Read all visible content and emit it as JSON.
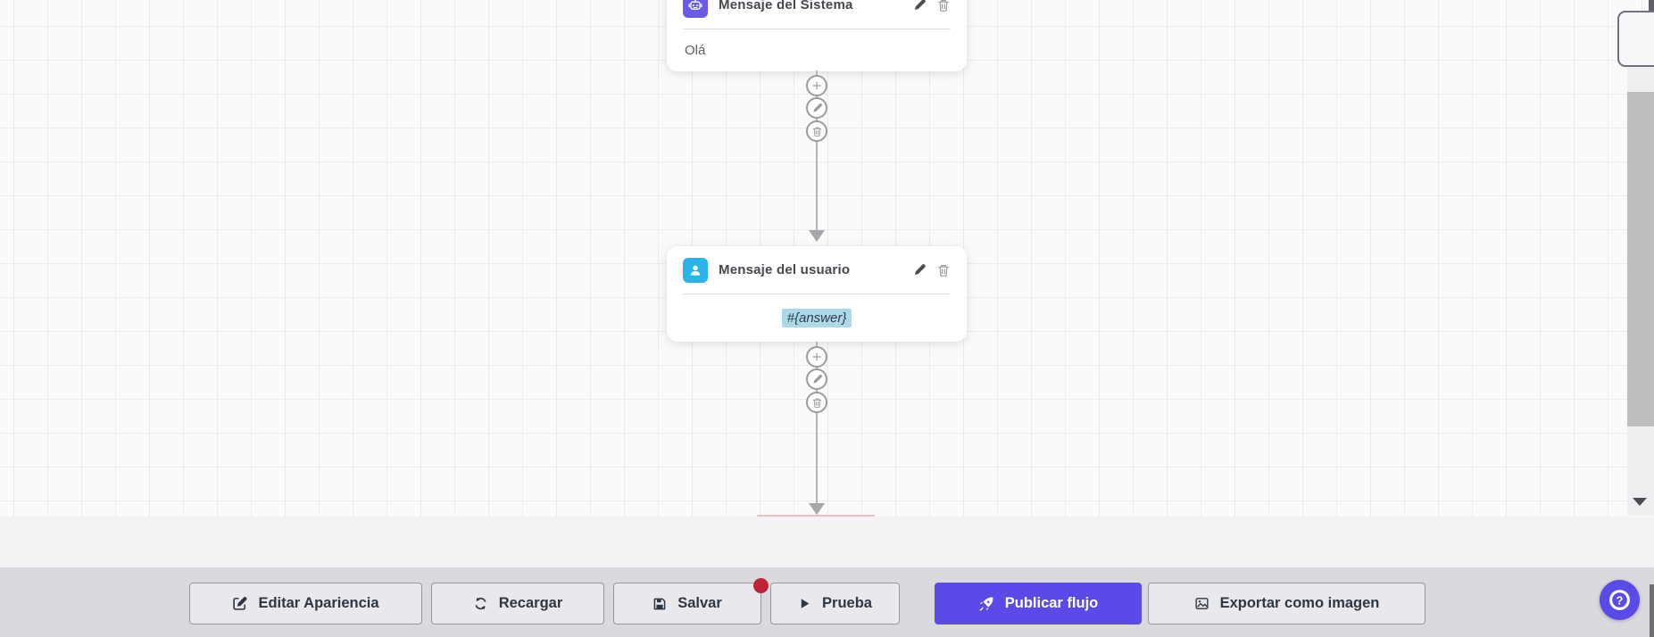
{
  "flow": {
    "nodes": [
      {
        "title": "Mensaje del Sistema",
        "content": "Olá",
        "icon": "robot-icon"
      },
      {
        "title": "Mensaje del usuario",
        "content": "#{answer}",
        "icon": "user-icon",
        "content_highlighted": true
      }
    ],
    "node_actions": [
      "pencil-icon",
      "trash-icon"
    ],
    "connector_actions": [
      "plus-icon",
      "pencil-icon",
      "trash-icon"
    ]
  },
  "toolbar": {
    "edit_appearance": "Editar Apariencia",
    "reload": "Recargar",
    "save": "Salvar",
    "save_has_badge": true,
    "test": "Prueba",
    "publish": "Publicar flujo",
    "export_image": "Exportar como imagen",
    "icons": {
      "edit_appearance": "edit-square-icon",
      "reload": "refresh-icon",
      "save": "floppy-disk-icon",
      "test": "play-icon",
      "publish": "rocket-icon",
      "export_image": "image-icon"
    }
  },
  "help": {
    "icon": "question-mark-icon"
  },
  "colors": {
    "accent": "#5a4be8",
    "system_node": "#685be7",
    "user_node": "#2cb3e8",
    "badge": "#c02337",
    "highlight": "#abd9ec",
    "toolbar_bg": "#d9d9de",
    "canvas_bg": "#fafafa"
  }
}
